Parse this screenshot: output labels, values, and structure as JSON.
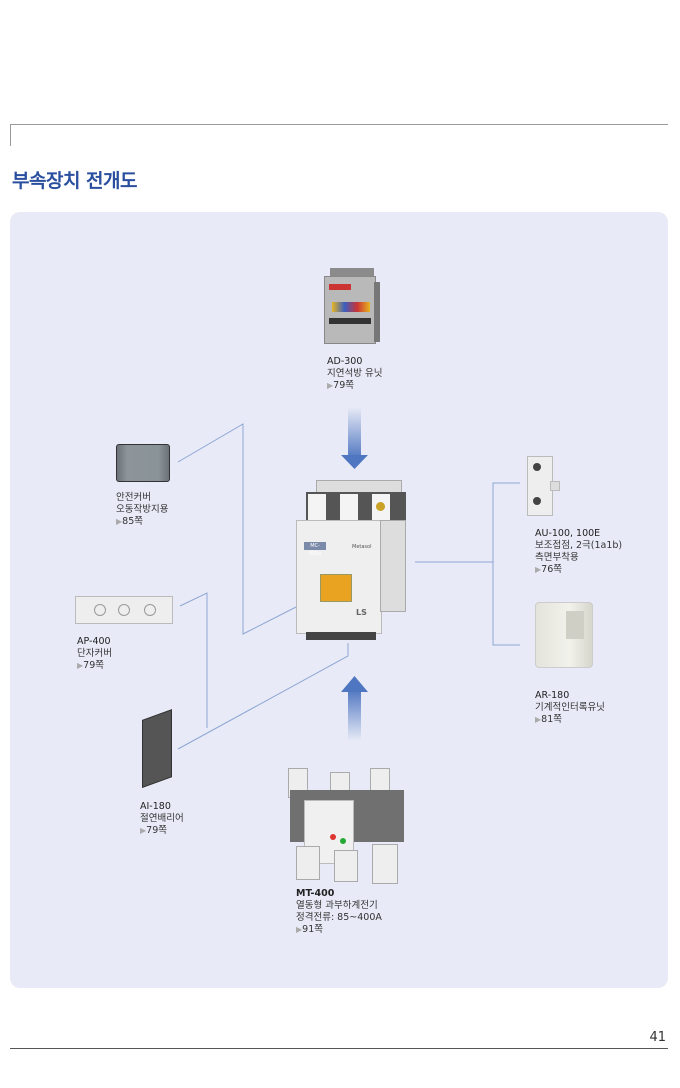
{
  "section_title": "부속장치 전개도",
  "page_number": "41",
  "accent_color": "#2a4f9e",
  "panel_color": "#e8ebf7",
  "items": {
    "ad300": {
      "code": "AD-300",
      "desc": [
        "지연석방 유닛"
      ],
      "page": "79쪽"
    },
    "safety_cover": {
      "code": "",
      "desc": [
        "안전커버",
        "오동작방지용"
      ],
      "page": "85쪽"
    },
    "ap400": {
      "code": "AP-400",
      "desc": [
        "단자커버"
      ],
      "page": "79쪽"
    },
    "ai180": {
      "code": "AI-180",
      "desc": [
        "절연배리어"
      ],
      "page": "79쪽"
    },
    "au100": {
      "code": "AU-100, 100E",
      "desc": [
        "보조접점, 2극(1a1b)",
        "측면부착용"
      ],
      "page": "76쪽"
    },
    "ar180": {
      "code": "AR-180",
      "desc": [
        "기계적인터록유닛"
      ],
      "page": "81쪽"
    },
    "mt400": {
      "code": "MT-400",
      "desc": [
        "열동형 과부하계전기",
        "정격전류: 85~400A"
      ],
      "page": "91쪽"
    }
  },
  "contactor": {
    "brand": "LS",
    "model_badge": "MC-400a",
    "series": "Metasol"
  }
}
